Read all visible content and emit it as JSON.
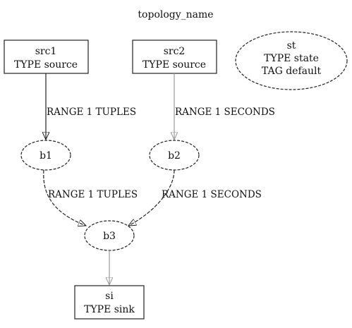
{
  "title": "topology_name",
  "nodes": {
    "src1": {
      "line1": "src1",
      "line2": "TYPE source"
    },
    "src2": {
      "line1": "src2",
      "line2": "TYPE source"
    },
    "st": {
      "line1": "st",
      "line2": "TYPE state",
      "line3": "TAG default"
    },
    "b1": {
      "label": "b1"
    },
    "b2": {
      "label": "b2"
    },
    "b3": {
      "label": "b3"
    },
    "si": {
      "line1": "si",
      "line2": "TYPE sink"
    }
  },
  "edges": {
    "src1_b1": {
      "label": "RANGE 1 TUPLES"
    },
    "src2_b2": {
      "label": "RANGE 1 SECONDS"
    },
    "b1_b3": {
      "label": "RANGE 1 TUPLES"
    },
    "b2_b3": {
      "label": "RANGE 1 SECONDS"
    }
  },
  "colors": {
    "stroke_dark": "#222222",
    "stroke_light": "#999999",
    "text": "#111111"
  }
}
